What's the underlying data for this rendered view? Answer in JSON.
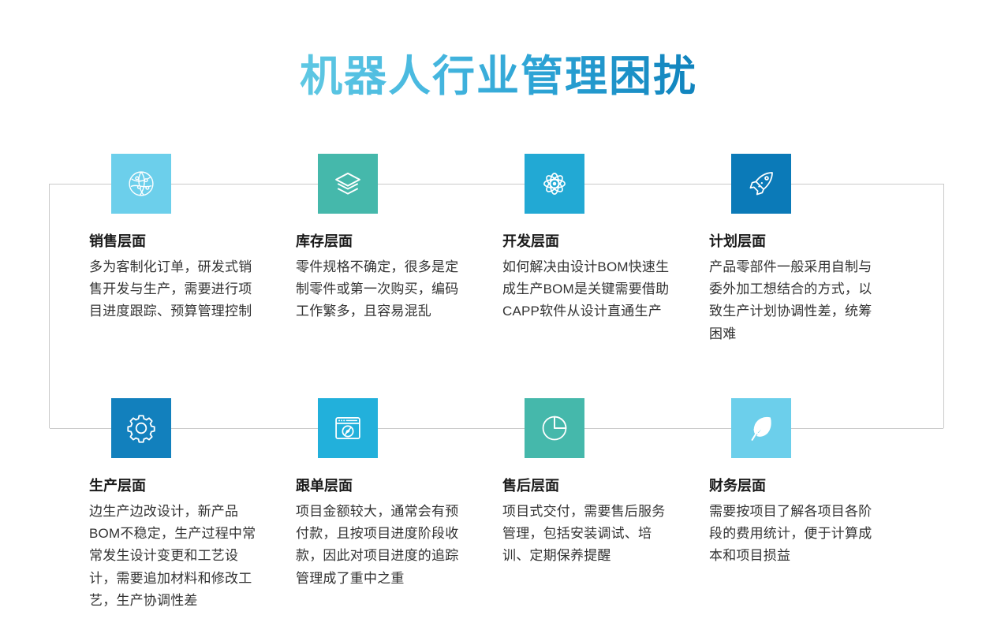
{
  "page": {
    "title": "机器人行业管理困扰",
    "background": "#ffffff",
    "title_gradient_from": "#5fc8e3",
    "title_gradient_to": "#1083bd",
    "connector_color": "#c9c9c9"
  },
  "cards": [
    {
      "icon": "globe-network-icon",
      "icon_color": "#6ccfeb",
      "title": "销售层面",
      "body": "多为客制化订单，研发式销售开发与生产，需要进行项目进度跟踪、预算管理控制"
    },
    {
      "icon": "layers-stack-icon",
      "icon_color": "#45b8ab",
      "title": "库存层面",
      "body": "零件规格不确定，很多是定制零件或第一次购买，编码工作繁多，且容易混乱"
    },
    {
      "icon": "atom-icon",
      "icon_color": "#22a9d4",
      "title": "开发层面",
      "body": "如何解决由设计BOM快速生成生产BOM是关键需要借助CAPP软件从设计直通生产"
    },
    {
      "icon": "rocket-icon",
      "icon_color": "#0b7ab8",
      "title": "计划层面",
      "body": "产品零部件一般采用自制与委外加工想结合的方式，以致生产计划协调性差，统筹困难"
    },
    {
      "icon": "gear-icon",
      "icon_color": "#1280bd",
      "title": "生产层面",
      "body": "边生产边改设计，新产品BOM不稳定，生产过程中常常发生设计变更和工艺设计，需要追加材料和修改工艺，生产协调性差"
    },
    {
      "icon": "browser-compass-icon",
      "icon_color": "#22b0db",
      "title": "跟单层面",
      "body": "项目金额较大，通常会有预付款，且按项目进度阶段收款，因此对项目进度的追踪管理成了重中之重"
    },
    {
      "icon": "pie-chart-icon",
      "icon_color": "#45b8ab",
      "title": "售后层面",
      "body": "项目式交付，需要售后服务管理，包括安装调试、培训、定期保养提醒"
    },
    {
      "icon": "feather-icon",
      "icon_color": "#6ccfeb",
      "title": "财务层面",
      "body": "需要按项目了解各项目各阶段的费用统计，便于计算成本和项目损益"
    }
  ]
}
